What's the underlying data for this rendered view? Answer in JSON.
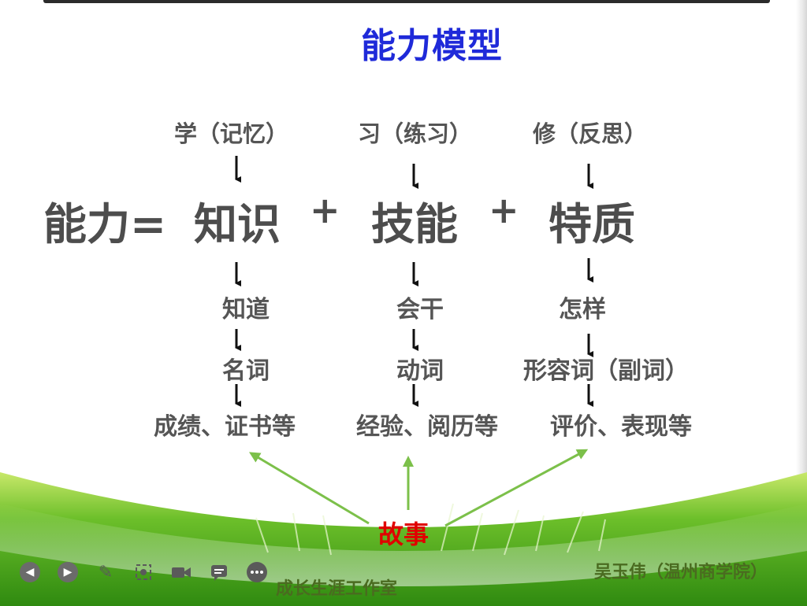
{
  "title": "能力模型",
  "formula": {
    "lhs": "能力=",
    "plus": "+",
    "terms": [
      "知识",
      "技能",
      "特质"
    ]
  },
  "sources": [
    "学（记忆）",
    "习（练习）",
    "修（反思）"
  ],
  "rows": {
    "meaning": [
      "知道",
      "会干",
      "怎样"
    ],
    "grammar": [
      "名词",
      "动词",
      "形容词（副词）"
    ],
    "evidence": [
      "成绩、证书等",
      "经验、阅历等",
      "评价、表现等"
    ]
  },
  "story": "故事",
  "footer": {
    "studio": "成长生涯工作室",
    "author": "吴玉伟（温州商学院）"
  },
  "controls": [
    "previous-icon",
    "next-icon",
    "pen-icon",
    "screenshot-icon",
    "video-icon",
    "comment-icon",
    "more-icon"
  ],
  "colors": {
    "title": "#1f2ad9",
    "story": "#e00000",
    "arrow_green": "#7cc04a",
    "grass": "#3a9a12"
  }
}
